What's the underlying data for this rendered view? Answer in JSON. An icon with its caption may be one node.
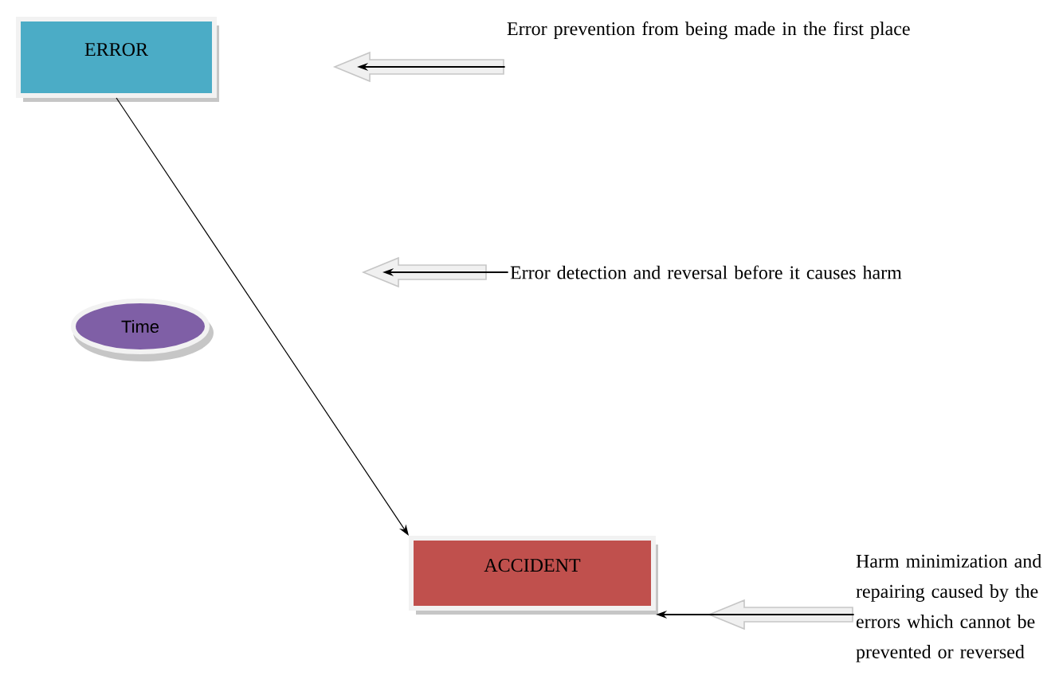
{
  "diagram": {
    "nodes": [
      {
        "text": [
          "ERROR"
        ]
      },
      {
        "text": [
          "ACCIDENT"
        ]
      },
      {
        "text": [
          "Time"
        ]
      },
      {
        "text": [
          "Error prevention from being made in the first place"
        ]
      },
      {
        "text": [
          "Error detection and reversal before it causes harm"
        ]
      },
      {
        "text": [
          "Harm minimization and repairing caused by the errors which cannot be prevented or reversed"
        ]
      }
    ],
    "edges": [
      {
        "from": 0,
        "to": 1,
        "arrow": "to"
      },
      {
        "from": 3,
        "to": null,
        "arrow": "to"
      },
      {
        "from": 4,
        "to": null,
        "arrow": "to"
      },
      {
        "from": 5,
        "to": 1,
        "arrow": "to"
      }
    ]
  }
}
